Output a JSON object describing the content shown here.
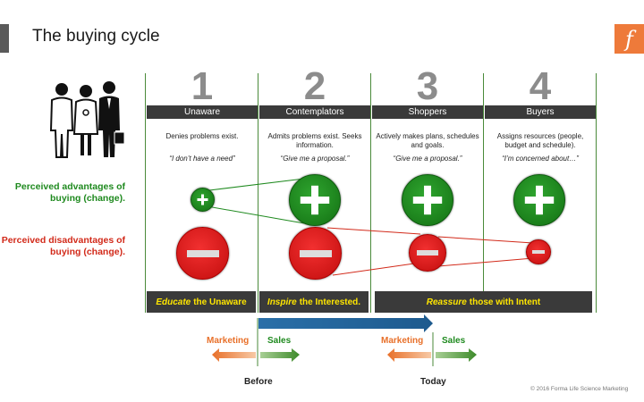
{
  "title": "The buying cycle",
  "logo_letter": "f",
  "stages": [
    {
      "number": "1",
      "name": "Unaware",
      "desc": "Denies problems exist.",
      "quote": "“I don’t have a need”"
    },
    {
      "number": "2",
      "name": "Contemplators",
      "desc": "Admits problems exist. Seeks information.",
      "quote": "“Give me a proposal.”"
    },
    {
      "number": "3",
      "name": "Shoppers",
      "desc": "Actively makes plans, schedules and goals.",
      "quote": "“Give me a proposal.”"
    },
    {
      "number": "4",
      "name": "Buyers",
      "desc": "Assigns resources (people, budget and schedule).",
      "quote": "“I’m concerned about…”"
    }
  ],
  "row_labels": {
    "advantages": "Perceived advantages of buying (change).",
    "disadvantages": "Perceived disadvantages of buying (change)."
  },
  "strategies": [
    {
      "verb": "Educate",
      "rest": "the Unaware"
    },
    {
      "verb": "Inspire",
      "rest": "the Interested."
    },
    {
      "verb": "Reassure",
      "rest": "those with Intent"
    }
  ],
  "timeline": {
    "marketing_label": "Marketing",
    "sales_label": "Sales",
    "before_label": "Before",
    "today_label": "Today"
  },
  "copyright": "© 2016 Forma Life Science Marketing",
  "colors": {
    "green": "#1f8a1f",
    "red": "#d22a1a",
    "orange": "#e8702a",
    "blue": "#2a6fa8",
    "dark": "#3a3a3a",
    "highlight": "#ffe600"
  }
}
